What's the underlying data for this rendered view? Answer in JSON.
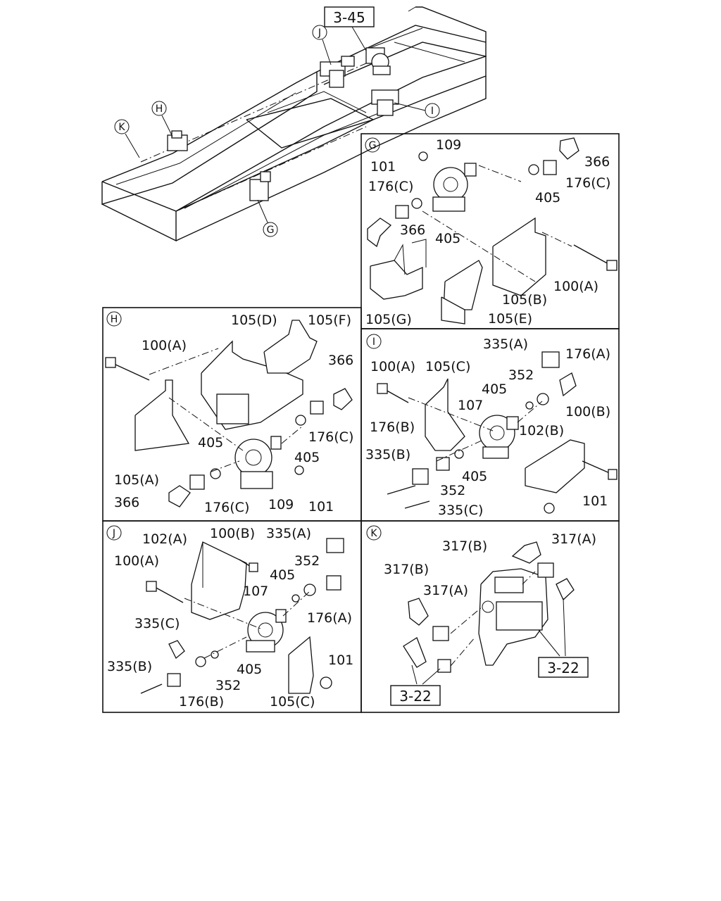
{
  "overview": {
    "ref_top": "3-45",
    "callouts": [
      "J",
      "H",
      "K",
      "I",
      "G"
    ]
  },
  "panels": {
    "G": {
      "letter": "G",
      "labels": [
        "109",
        "101",
        "366",
        "176(C)",
        "176(C)",
        "405",
        "366",
        "405",
        "100(A)",
        "105(B)",
        "105(G)",
        "105(E)"
      ]
    },
    "H": {
      "letter": "H",
      "labels": [
        "105(D)",
        "105(F)",
        "100(A)",
        "366",
        "176(C)",
        "405",
        "405",
        "105(A)",
        "366",
        "176(C)",
        "109",
        "101"
      ]
    },
    "I": {
      "letter": "I",
      "labels": [
        "335(A)",
        "176(A)",
        "100(A)",
        "105(C)",
        "352",
        "405",
        "107",
        "100(B)",
        "176(B)",
        "102(B)",
        "335(B)",
        "405",
        "352",
        "101",
        "335(C)"
      ]
    },
    "J": {
      "letter": "J",
      "labels": [
        "102(A)",
        "100(B)",
        "335(A)",
        "100(A)",
        "352",
        "405",
        "107",
        "176(A)",
        "335(C)",
        "101",
        "335(B)",
        "405",
        "352",
        "176(B)",
        "105(C)"
      ]
    },
    "K": {
      "letter": "K",
      "labels": [
        "317(B)",
        "317(A)",
        "317(B)",
        "317(A)",
        "3-22",
        "3-22"
      ]
    }
  }
}
